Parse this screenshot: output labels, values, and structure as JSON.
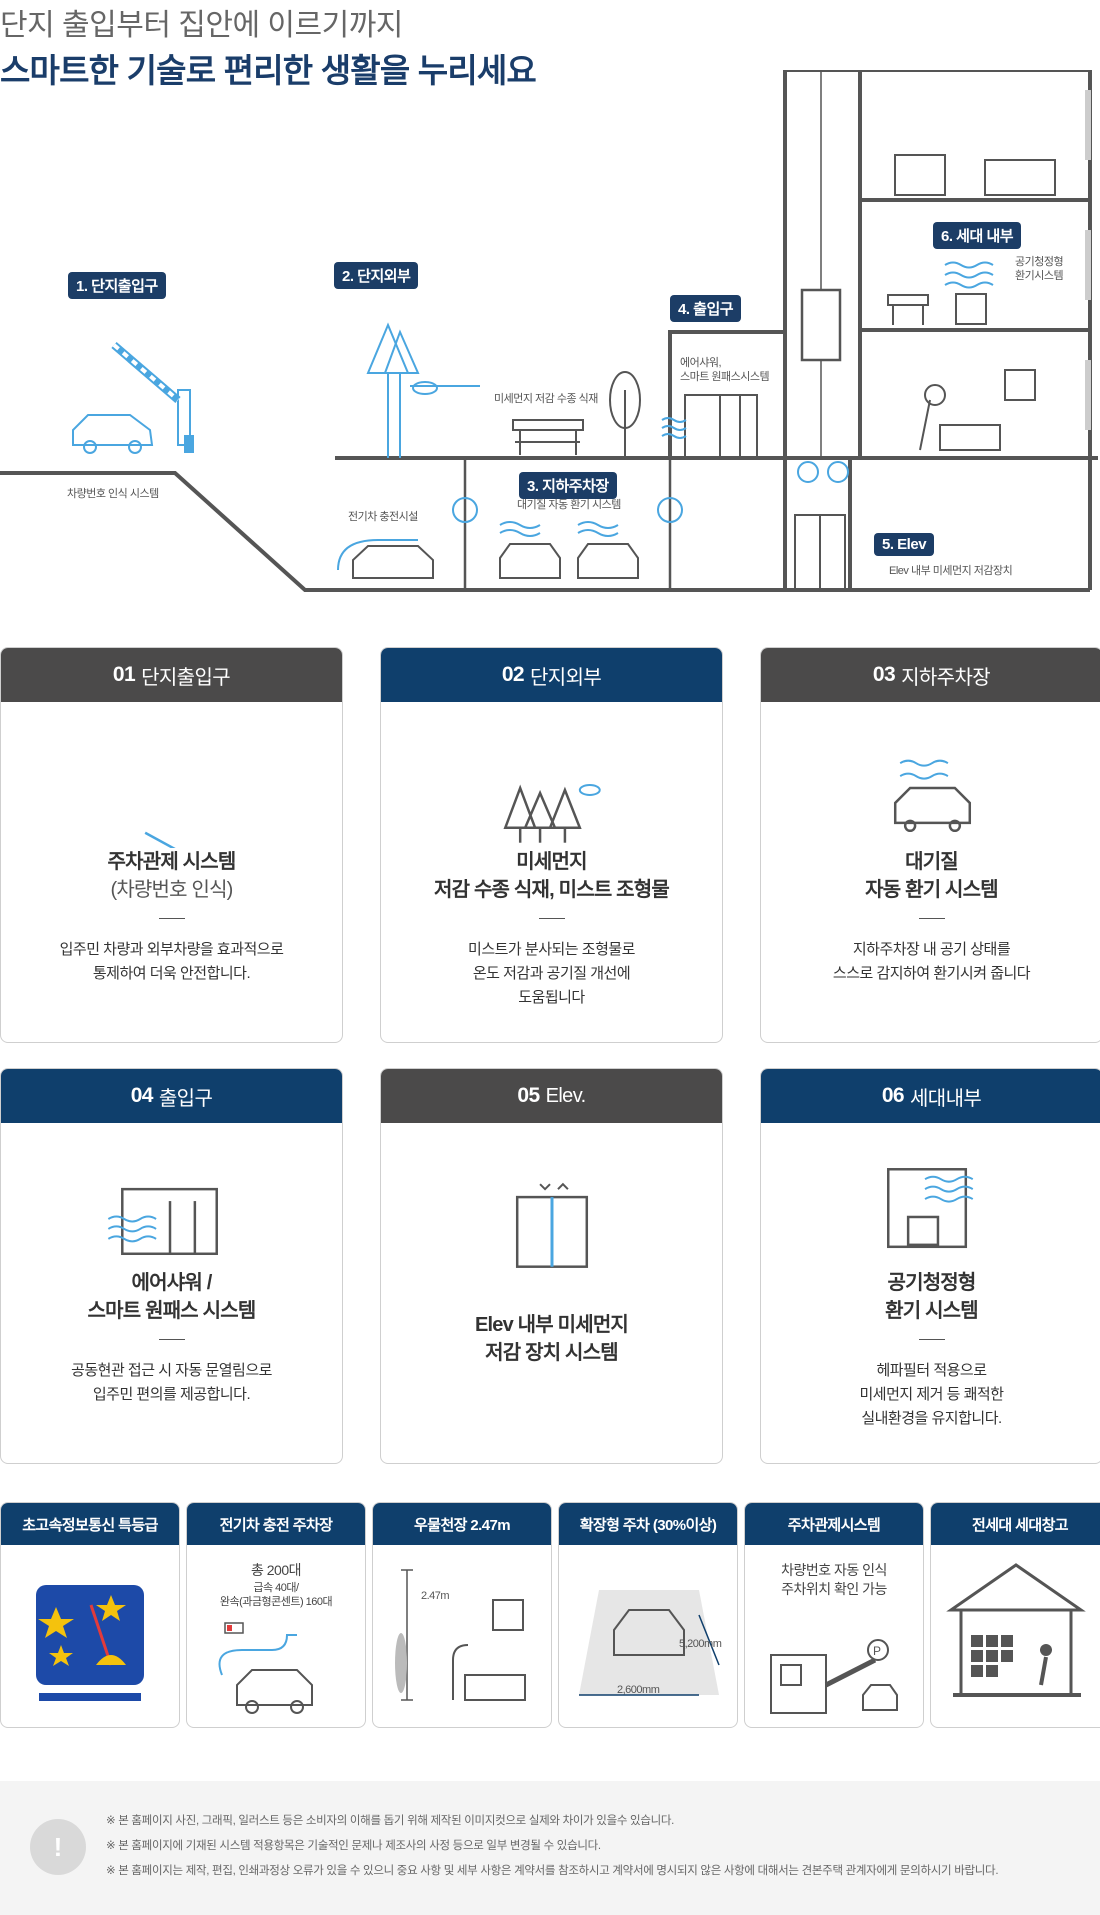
{
  "hero": {
    "subtitle": "단지 출입부터 집안에 이르기까지",
    "title": "스마트한 기술로 편리한 생활을 누리세요"
  },
  "illustration": {
    "tags": {
      "entrance": "1. 단지출입구",
      "outside": "2. 단지외부",
      "parking": "3. 지하주차장",
      "door": "4. 출입구",
      "elev": "5. Elev",
      "unit": "6. 세대 내부"
    },
    "notes": {
      "plate": "차량번호 인식 시스템",
      "ev": "전기차 충전시설",
      "dust": "미세먼지 저감 수종 식재",
      "vent": "대기질 자동 환기 시스템",
      "air_shower": "에어샤워,",
      "smart_pass": "스마트 원패스시스템",
      "elev_dust": "Elev 내부 미세먼지 저감장치",
      "purifier_1": "공기청정형",
      "purifier_2": "환기시스템"
    }
  },
  "cards": [
    {
      "num": "01",
      "label": "단지출입구",
      "title": [
        "주차관제 시스템"
      ],
      "paren": "(차량번호 인식)",
      "desc": [
        "입주민 차량과 외부차량을 효과적으로",
        "통제하여 더욱 안전합니다."
      ]
    },
    {
      "num": "02",
      "label": "단지외부",
      "title": [
        "미세먼지",
        "저감 수종 식재, 미스트 조형물"
      ],
      "paren": "",
      "desc": [
        "미스트가 분사되는 조형물로",
        "온도 저감과 공기질 개선에",
        "도움됩니다"
      ]
    },
    {
      "num": "03",
      "label": "지하주차장",
      "title": [
        "대기질",
        "자동 환기 시스템"
      ],
      "paren": "",
      "desc": [
        "지하주차장 내 공기 상태를",
        "스스로 감지하여 환기시켜 줍니다"
      ]
    },
    {
      "num": "04",
      "label": "출입구",
      "title": [
        "에어샤워 /",
        "스마트 원패스 시스템"
      ],
      "paren": "",
      "desc": [
        "공동현관 접근 시 자동 문열림으로",
        "입주민 편의를 제공합니다."
      ]
    },
    {
      "num": "05",
      "label": "Elev.",
      "title": [
        "Elev 내부 미세먼지",
        "저감 장치 시스템"
      ],
      "paren": "",
      "desc": []
    },
    {
      "num": "06",
      "label": "세대내부",
      "title": [
        "공기청정형",
        "환기 시스템"
      ],
      "paren": "",
      "desc": [
        "헤파필터 적용으로",
        "미세먼지 제거 등 쾌적한",
        "실내환경을 유지합니다."
      ]
    }
  ],
  "tiles": [
    {
      "title": "초고속정보통신 특등급",
      "lines": []
    },
    {
      "title": "전기차 충전 주차장",
      "lines": [
        "총 200대"
      ],
      "small": [
        "급속 40대/",
        "완속(과금형콘센트) 160대"
      ]
    },
    {
      "title": "우물천장 2.47m",
      "lines": [],
      "dim": "2.47m"
    },
    {
      "title": "확장형 주차 (30%이상)",
      "lines": [],
      "dim_w": "2,600mm",
      "dim_h": "5,200mm"
    },
    {
      "title": "주차관제시스템",
      "lines": [
        "차량번호 자동 인식",
        "주차위치 확인 가능"
      ]
    },
    {
      "title": "전세대 세대창고",
      "lines": []
    }
  ],
  "footer": {
    "icon": "!",
    "lines": [
      "※ 본 홈페이지 사진, 그래픽, 일러스트 등은 소비자의 이해를 돕기 위해 제작된 이미지컷으로 실제와 차이가 있을수 있습니다.",
      "※ 본 홈페이지에 기재된 시스템 적용항목은 기술적인 문제나 제조사의 사정 등으로 일부 변경될 수 있습니다.",
      "※ 본 홈페이지는 제작, 편집, 인쇄과정상 오류가 있을 수 있으니 중요 사항 및 세부 사항은 계약서를 참조하시고 계약서에 명시되지 않은 사항에 대해서는 견본주택 관계자에게 문의하시기 바랍니다."
    ]
  },
  "colors": {
    "navy": "#0f3f6c",
    "tag": "#1c3d66",
    "gray_head": "#4b4a4a",
    "accent_blue": "#4aa6e0"
  }
}
